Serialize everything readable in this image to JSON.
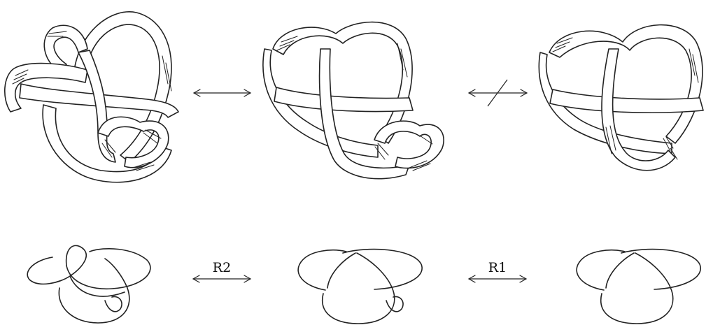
{
  "moves": {
    "bottom_left": "R2",
    "bottom_right": "R1"
  },
  "equivalences": {
    "top_left": "equivalent",
    "top_right": "not equivalent"
  }
}
